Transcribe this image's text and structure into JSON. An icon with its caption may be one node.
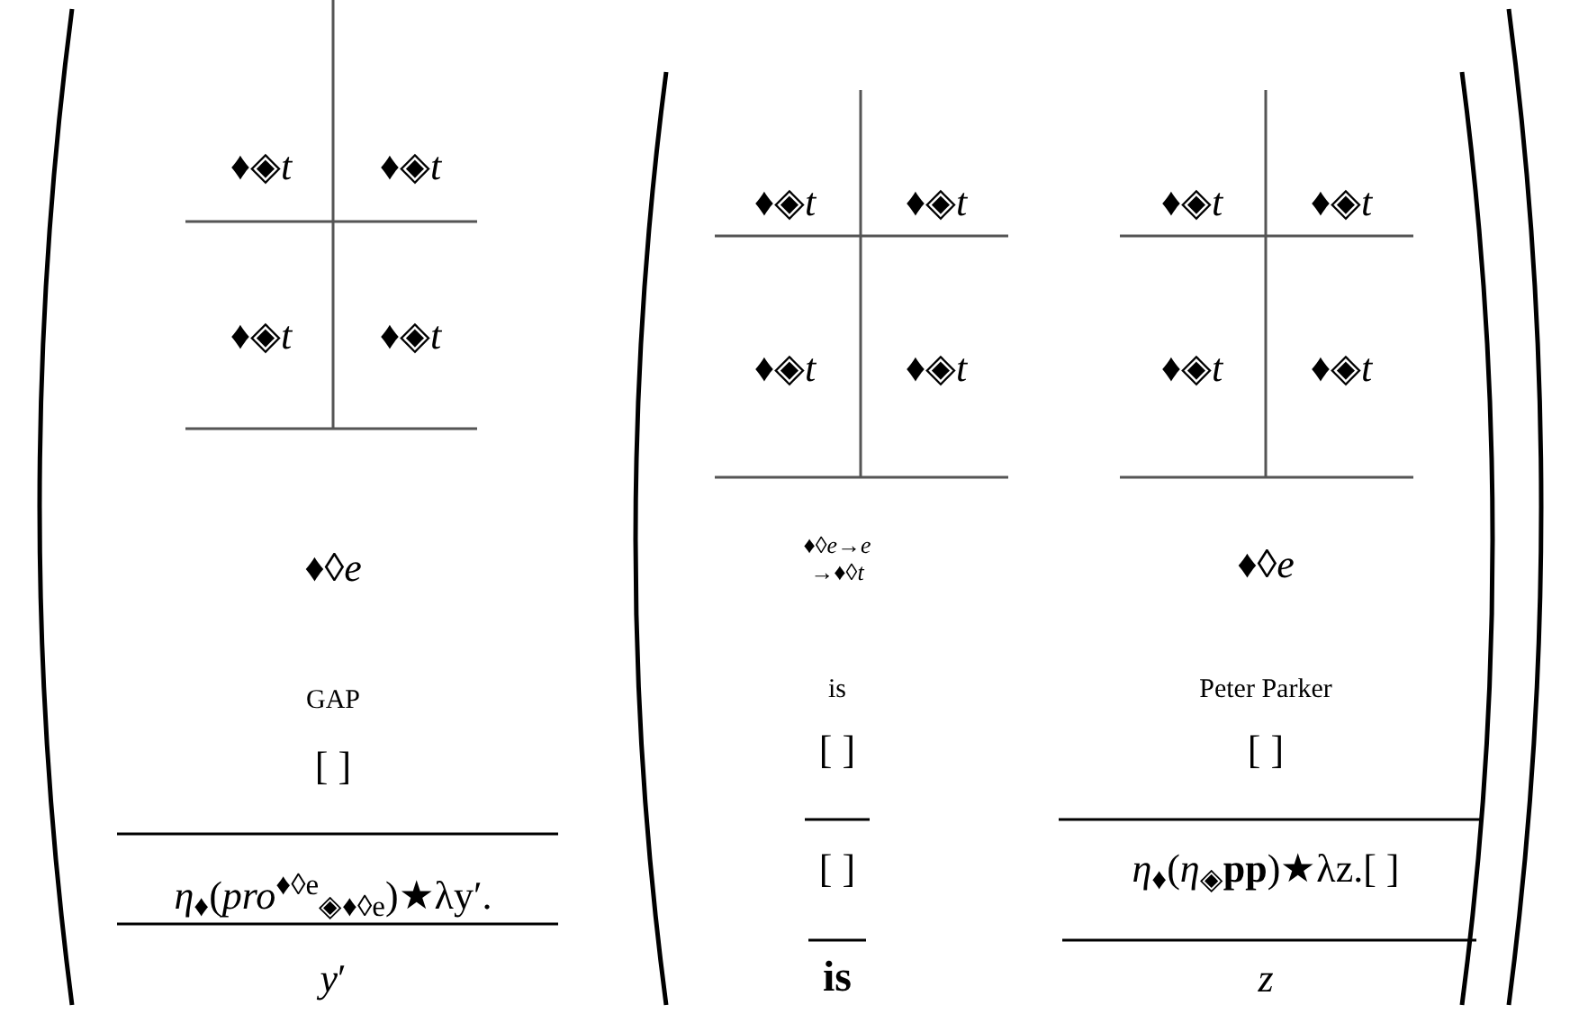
{
  "diagram": {
    "labels": [
      "♦◈*t*",
      "♦◈*t*",
      "♦◈*t*",
      "♦◈*t*",
      "♦◊*e*",
      "GAP",
      "[ ]",
      "*η*$_{♦}$(*pro*$^{♦◊e}$$_{◈♦◊e}$)★λy′.",
      "*y*′",
      "♦◈*t*",
      "♦◈*t*",
      "♦◈*t*",
      "♦◈*t*",
      "♦◈*t*",
      "♦◈*t*",
      "♦◈*t*",
      "♦◈*t*",
      "♦◊*e*→*e* →♦◊*t*",
      "♦◊*e*",
      "is",
      "Peter Parker",
      "[ ]",
      "[ ]",
      "[ ]",
      "*η*$_{♦}$(*η*$_{◈}$**pp**)★λz.[ ]",
      "is",
      "*z*"
    ]
  }
}
